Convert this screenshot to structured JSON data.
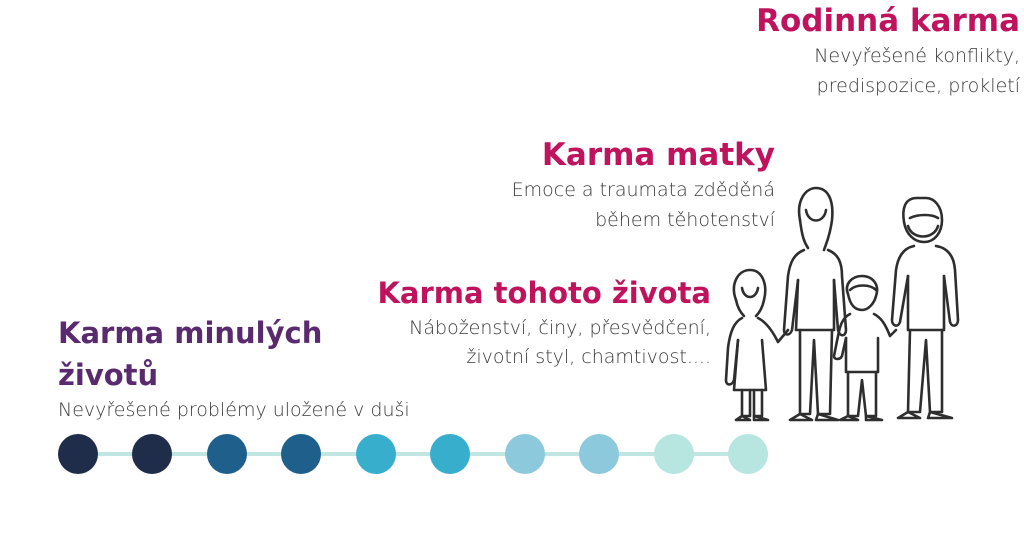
{
  "sections": {
    "family_karma": {
      "title": "Rodinná karma",
      "desc_line1": "Nevyřešené konflikty,",
      "desc_line2": "predispozice, prokletí"
    },
    "mother_karma": {
      "title": "Karma matky",
      "desc_line1": "Emoce a traumata zděděná",
      "desc_line2": "během těhotenství"
    },
    "this_life_karma": {
      "title": "Karma tohoto života",
      "desc_line1": "Náboženství, činy, přesvědčení,",
      "desc_line2": "životní styl, chamtivost...."
    },
    "past_lives_karma": {
      "title_line1": "Karma minulých",
      "title_line2": "životů",
      "desc": "Nevyřešené problémy uložené v duši"
    }
  },
  "colors": {
    "family_title": "#c0135e",
    "mother_title": "#c0135e",
    "this_life_title": "#c0135e",
    "past_lives_title": "#5a2a6e",
    "timeline_line": "#bfe6e2",
    "timeline_dots": [
      "#1f2d4a",
      "#1f2d4a",
      "#1f5f8c",
      "#1f5f8c",
      "#38aecd",
      "#38aecd",
      "#8cc9dc",
      "#8cc9dc",
      "#b7e6e0",
      "#b7e6e0"
    ]
  },
  "illustration": "family-line-drawing"
}
